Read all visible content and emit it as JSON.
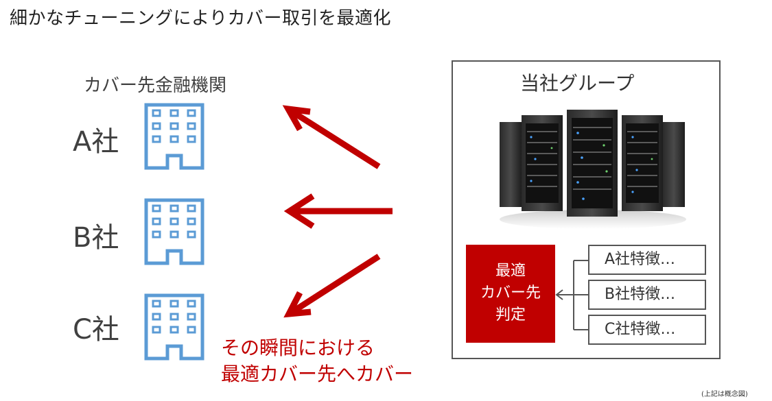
{
  "title": "細かなチューニングによりカバー取引を最適化",
  "left_panel": {
    "heading": "カバー先金融機関",
    "companies": [
      "A社",
      "B社",
      "C社"
    ]
  },
  "message": {
    "line1": "その瞬間における",
    "line2": "最適カバー先へカバー"
  },
  "right_panel": {
    "heading": "当社グループ",
    "decision_box": [
      "最適",
      "カバー先",
      "判定"
    ],
    "features": [
      "A社特徴…",
      "B社特徴…",
      "C社特徴…"
    ]
  },
  "footnote": "(上記は概念図)",
  "colors": {
    "accent_red": "#c00000",
    "building_blue": "#5b9bd5",
    "border_gray": "#555555"
  },
  "icons": [
    "building-icon",
    "server-rack-icon",
    "arrow-icon"
  ]
}
